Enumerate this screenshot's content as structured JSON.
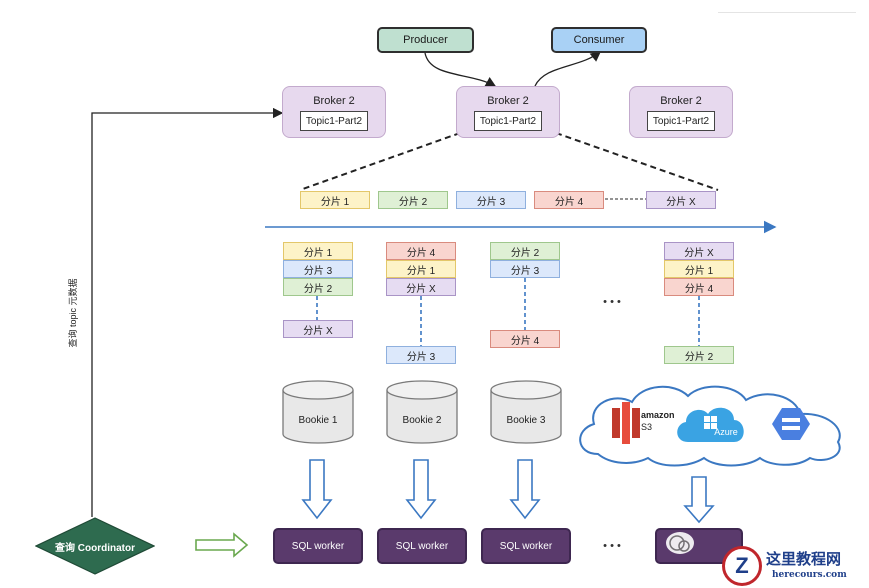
{
  "producer": {
    "label": "Producer",
    "color": "#bfe0d0"
  },
  "consumer": {
    "label": "Consumer",
    "color": "#a9d1f5"
  },
  "brokers": [
    {
      "title": "Broker 2",
      "topic": "Topic1-Part2"
    },
    {
      "title": "Broker 2",
      "topic": "Topic1-Part2"
    },
    {
      "title": "Broker 2",
      "topic": "Topic1-Part2"
    }
  ],
  "segments_row": [
    "分片 1",
    "分片 2",
    "分片 3",
    "分片 4",
    "分片 X"
  ],
  "bookie_columns": [
    {
      "top": [
        "分片 1",
        "分片 3",
        "分片 2"
      ],
      "bottom": "分片 X"
    },
    {
      "top": [
        "分片 4",
        "分片 1",
        "分片 X"
      ],
      "bottom": "分片 3"
    },
    {
      "top": [
        "分片 2",
        "分片 3"
      ],
      "bottom": "分片 4"
    },
    {
      "top": [
        "分片 X",
        "分片 1",
        "分片 4"
      ],
      "bottom": "分片 2"
    }
  ],
  "ellipsis": "• • •",
  "bookies": [
    "Bookie 1",
    "Bookie 2",
    "Bookie 3"
  ],
  "cloud": {
    "s3_brand": "amazon",
    "s3_label": "S3",
    "azure_label": "Azure"
  },
  "workers": [
    "SQL worker",
    "SQL worker",
    "SQL worker"
  ],
  "coordinator": {
    "label": "查询 Coordinator",
    "color": "#2e6b4f"
  },
  "vertical_label": "查询 topic 元数据",
  "watermark": {
    "badge": "Z",
    "brand": "这里教程网",
    "site": "herecours.com"
  }
}
